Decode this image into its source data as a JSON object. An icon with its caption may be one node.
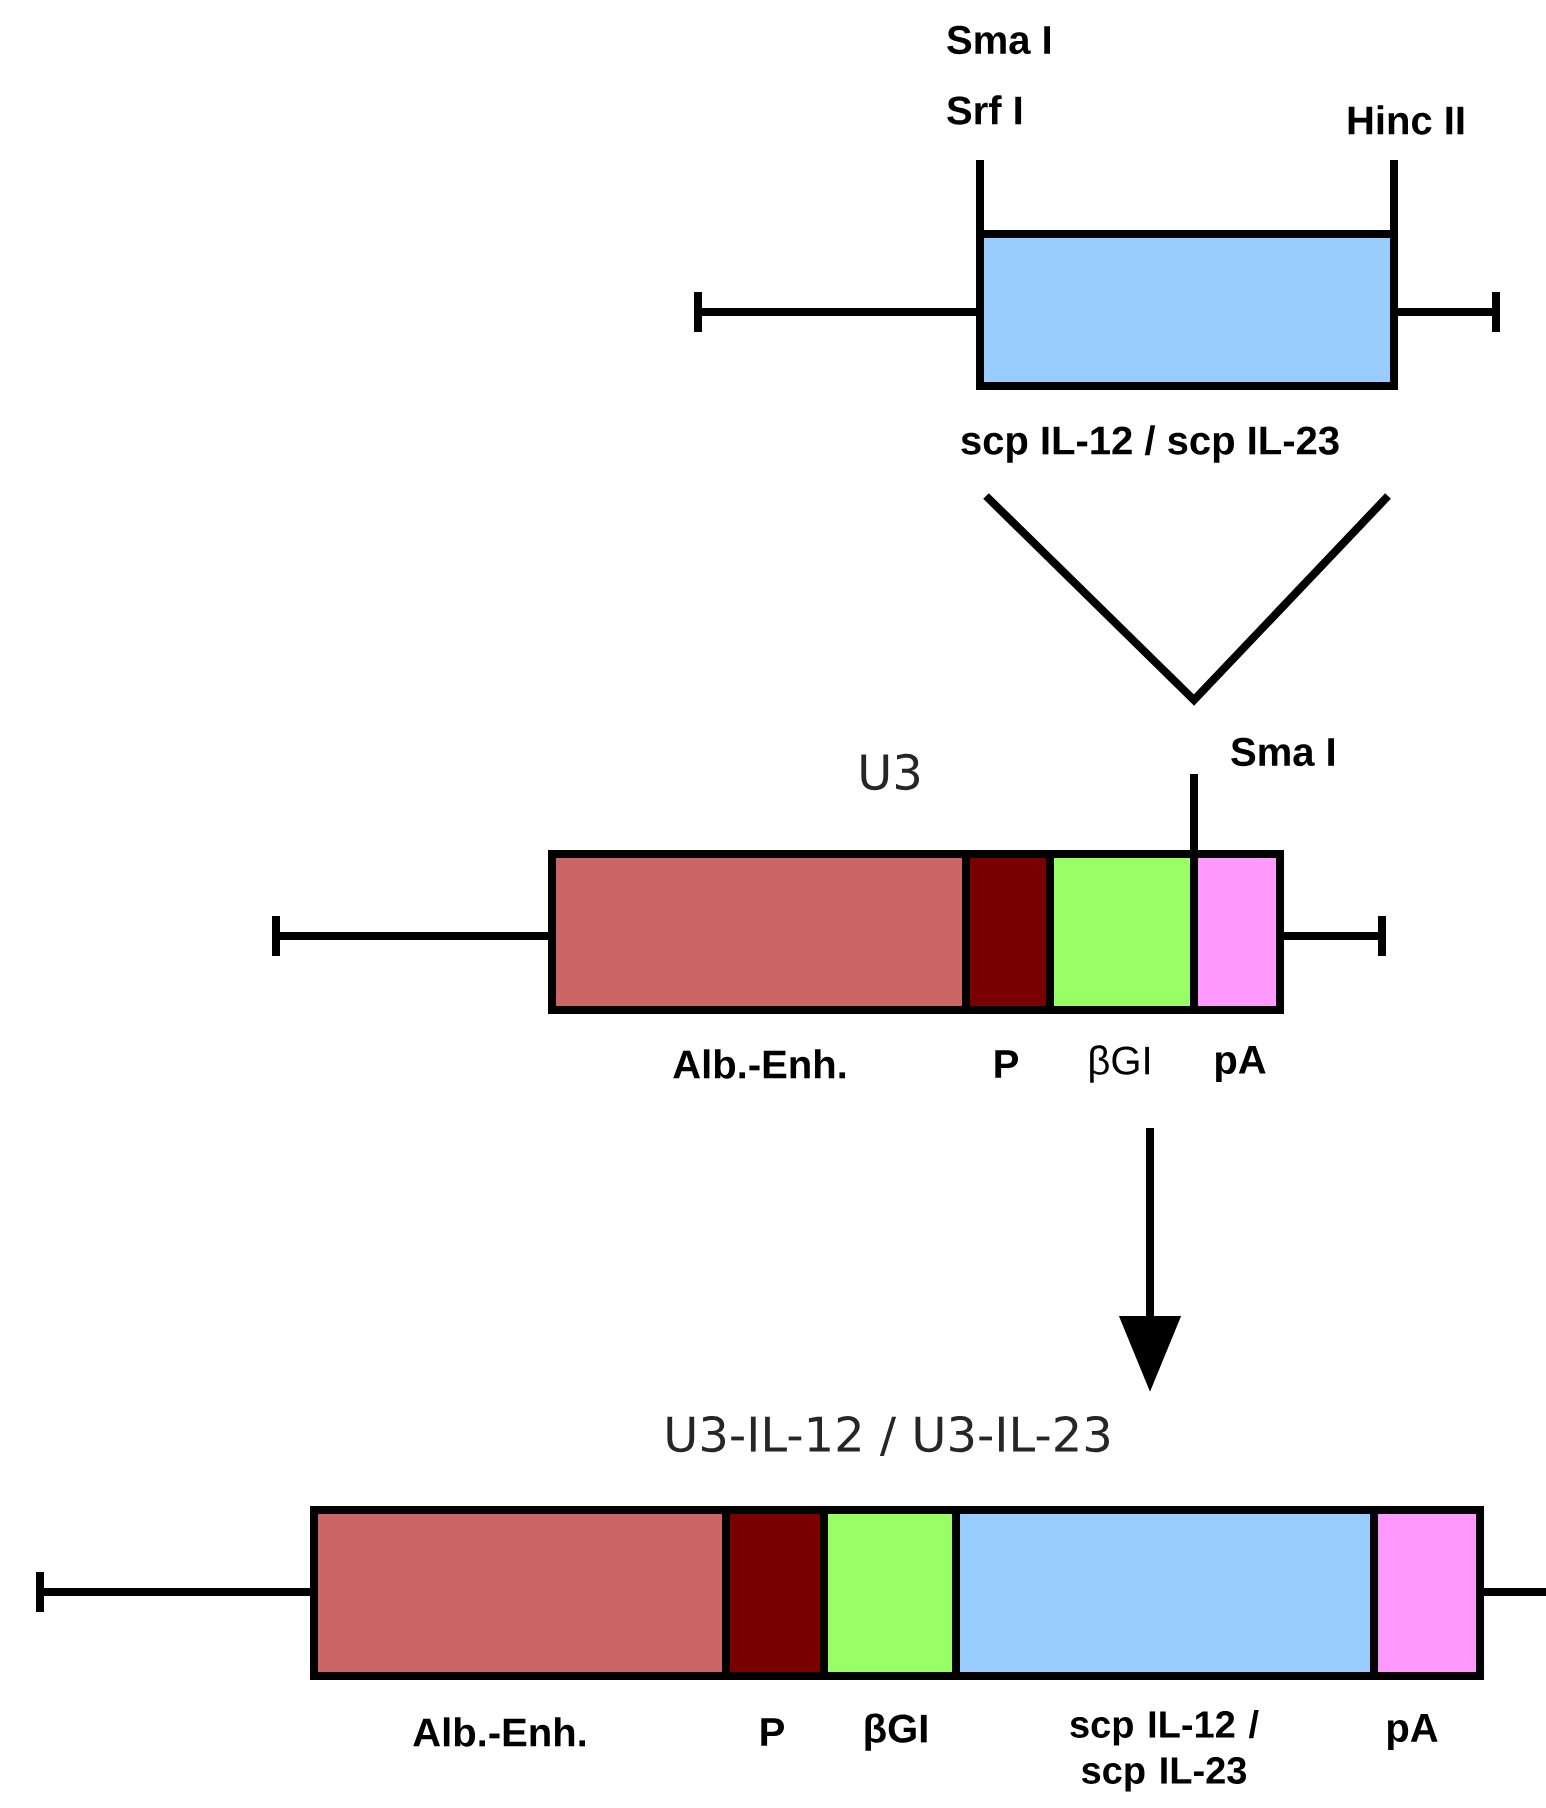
{
  "diagram": {
    "nodes": [
      {
        "text": [
          "scp IL-12 / scp IL-23"
        ]
      },
      {
        "text": [
          "U3"
        ]
      },
      {
        "text": [
          "Alb.-Enh."
        ],
        "in": 1
      },
      {
        "text": [
          "P"
        ],
        "in": 1
      },
      {
        "text": [
          "βGI"
        ],
        "in": 1
      },
      {
        "text": [
          "pA"
        ],
        "in": 1
      },
      {
        "text": [
          "U3-IL-12 / U3-IL-23"
        ]
      },
      {
        "text": [
          "Alb.-Enh."
        ],
        "in": 6
      },
      {
        "text": [
          "P"
        ],
        "in": 6
      },
      {
        "text": [
          "βGI"
        ],
        "in": 6
      },
      {
        "text": [
          "scp IL-12 / scp IL-23"
        ],
        "in": 6
      },
      {
        "text": [
          "pA"
        ],
        "in": 6
      }
    ],
    "edges": [
      {
        "from": 1,
        "to": 6,
        "arrow": "to"
      }
    ],
    "labels": [
      "Sma I",
      "Srf I",
      "Hinc II",
      "Sma I"
    ]
  }
}
